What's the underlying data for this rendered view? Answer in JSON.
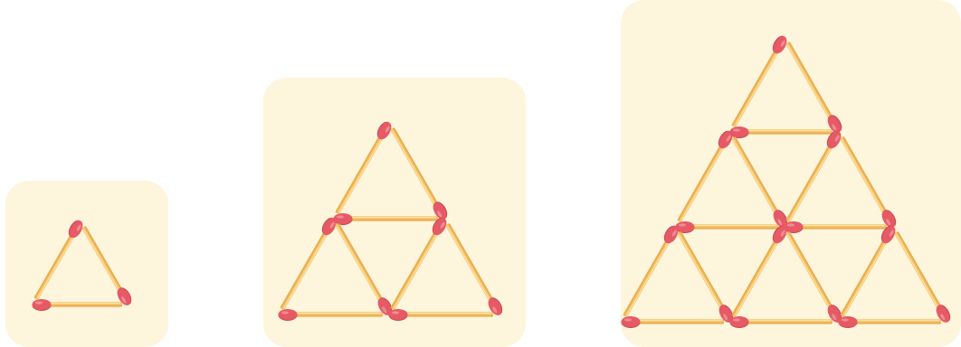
{
  "colors": {
    "card_background": "#fdf5dc",
    "stick_wood": "#f6c56a",
    "stick_highlight": "#fde3a8",
    "stick_edge": "#e8ae4f",
    "match_head": "#e65a66",
    "match_head_shadow": "#c9434f"
  },
  "figures": [
    {
      "name": "figure-1",
      "rows": 1,
      "triangles": 1,
      "matchsticks": 3
    },
    {
      "name": "figure-2",
      "rows": 2,
      "triangles": 3,
      "matchsticks": 9
    },
    {
      "name": "figure-3",
      "rows": 3,
      "triangles": 6,
      "matchsticks": 18
    }
  ]
}
